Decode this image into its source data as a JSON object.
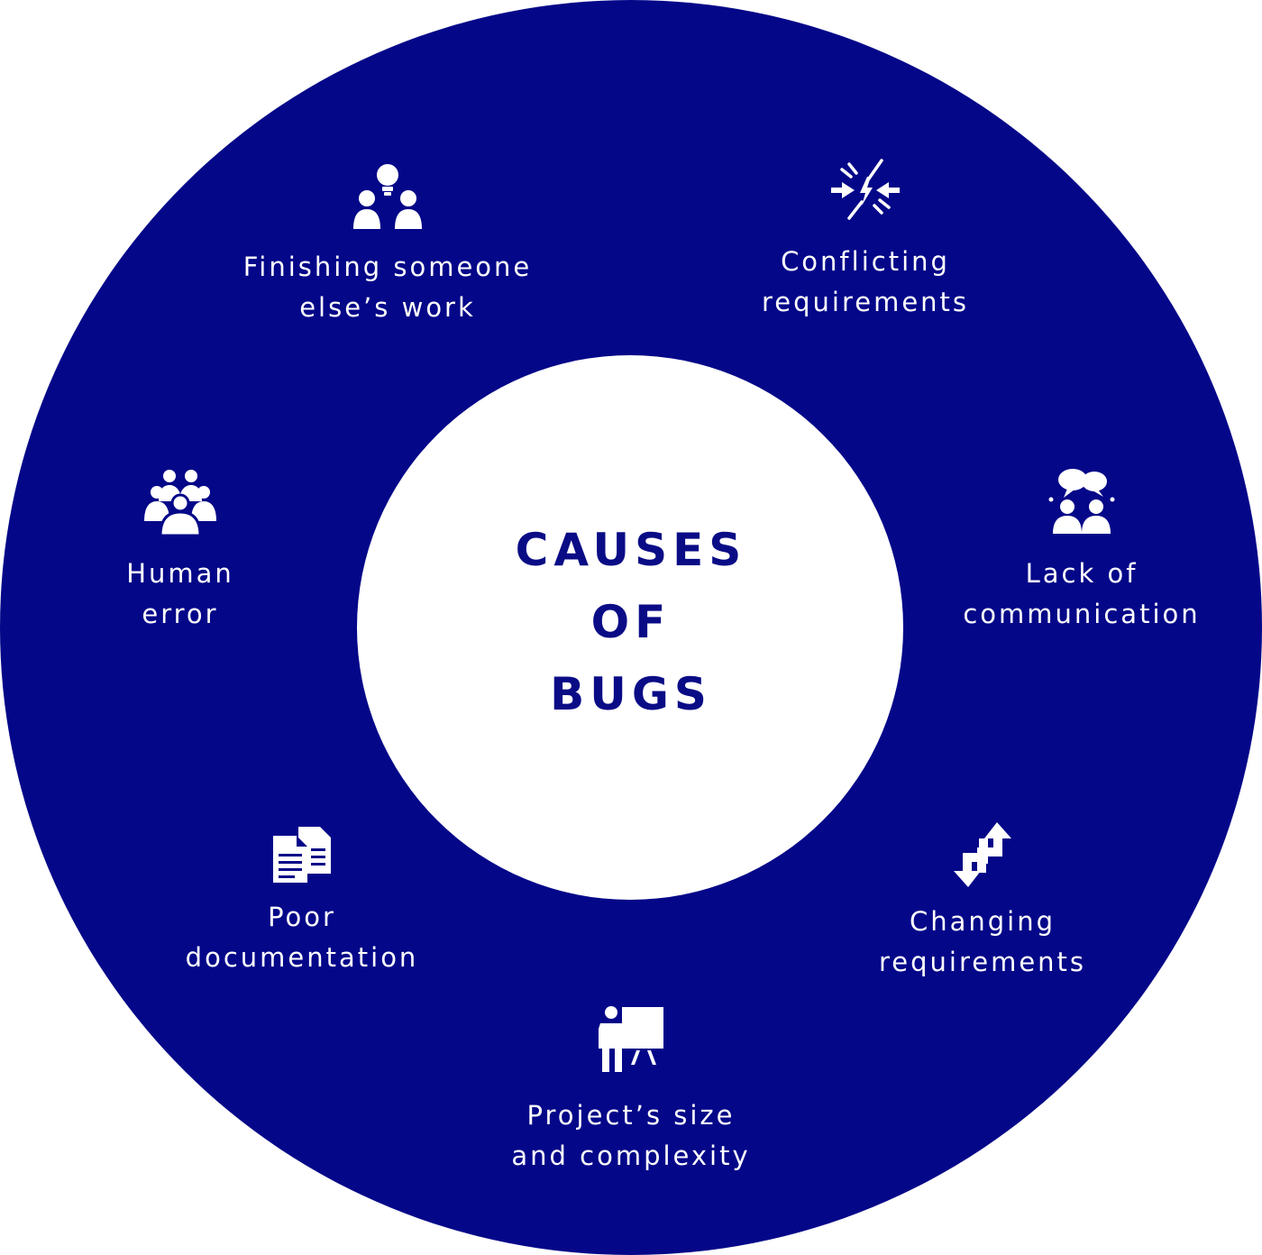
{
  "title": {
    "line1": "CAUSES",
    "line2": "OF",
    "line3": "BUGS"
  },
  "colors": {
    "ring": "#040788",
    "center": "#ffffff",
    "title_text": "#0a0c86",
    "label_text": "#ffffff"
  },
  "causes": [
    {
      "icon": "team-lightbulb-icon",
      "line1": "Finishing someone",
      "line2": "else’s work"
    },
    {
      "icon": "conflict-arrows-icon",
      "line1": "Conflicting",
      "line2": "requirements"
    },
    {
      "icon": "discussion-icon",
      "line1": "Lack of",
      "line2": "communication"
    },
    {
      "icon": "change-arrows-icon",
      "line1": "Changing",
      "line2": "requirements"
    },
    {
      "icon": "presentation-icon",
      "line1": "Project’s size",
      "line2": "and complexity"
    },
    {
      "icon": "documents-icon",
      "line1": "Poor",
      "line2": "documentation"
    },
    {
      "icon": "crowd-icon",
      "line1": "Human",
      "line2": "error"
    }
  ]
}
